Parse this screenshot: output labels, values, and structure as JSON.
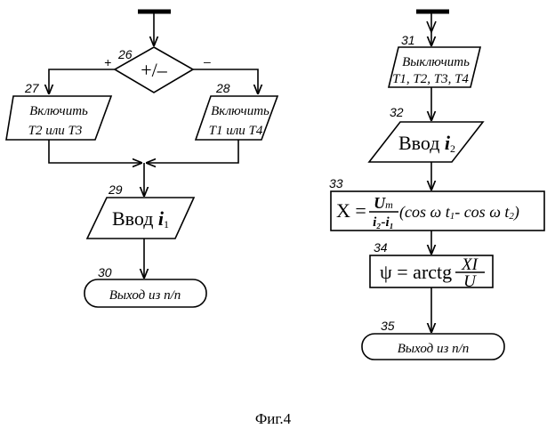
{
  "left": {
    "decision": {
      "num": "26",
      "label": "+/–",
      "plus": "+",
      "minus": "–"
    },
    "b27": {
      "num": "27",
      "line1": "Включить",
      "line2": "T2 или T3"
    },
    "b28": {
      "num": "28",
      "line1": "Включить",
      "line2": "T1 или T4"
    },
    "b29": {
      "num": "29",
      "label": "Ввод ",
      "var": "i",
      "sub": "1"
    },
    "b30": {
      "num": "30",
      "label": "Выход из п/п"
    }
  },
  "right": {
    "b31": {
      "num": "31",
      "line1": "Выключить",
      "line2": "T1, T2, T3, T4"
    },
    "b32": {
      "num": "32",
      "label": "Ввод ",
      "var": "i",
      "sub": "2"
    },
    "b33": {
      "num": "33",
      "lhs": "X =",
      "numer": "U",
      "numer_sub": "m",
      "denom": "i₂-i₁",
      "rhs": "(cos ω t",
      "rhs_sub1": "1",
      "rhs_mid": "- cos ω t",
      "rhs_sub2": "2",
      "rhs_end": ")"
    },
    "b34": {
      "num": "34",
      "lhs": "ψ = arctg",
      "numer": "XI",
      "denom": "U"
    },
    "b35": {
      "num": "35",
      "label": "Выход из п/п"
    }
  },
  "caption": "Фиг.4"
}
